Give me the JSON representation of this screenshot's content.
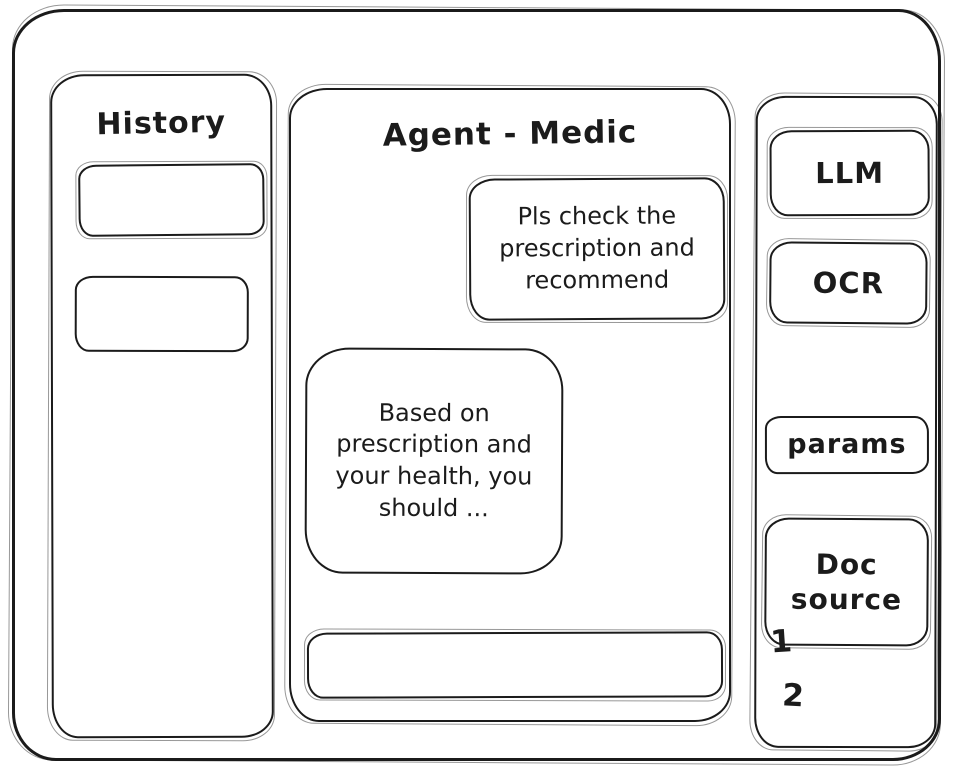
{
  "window": {
    "history_panel": {
      "title": "History",
      "items": [
        {
          "label": ""
        },
        {
          "label": ""
        }
      ]
    },
    "chat_panel": {
      "title": "Agent - Medic",
      "messages": [
        {
          "role": "user",
          "text": "Pls check the prescription and recommend"
        },
        {
          "role": "assistant",
          "text": "Based on prescription and your health, you should ..."
        }
      ],
      "input": {
        "value": "",
        "placeholder": ""
      }
    },
    "tools_panel": {
      "items": [
        {
          "label": "LLM"
        },
        {
          "label": "OCR"
        },
        {
          "label": "params"
        },
        {
          "label": "Doc source"
        }
      ],
      "annotations": [
        {
          "label": "1"
        },
        {
          "label": "2"
        }
      ]
    },
    "colors": {
      "stroke": "#1b1b1b",
      "background": "#ffffff"
    }
  }
}
